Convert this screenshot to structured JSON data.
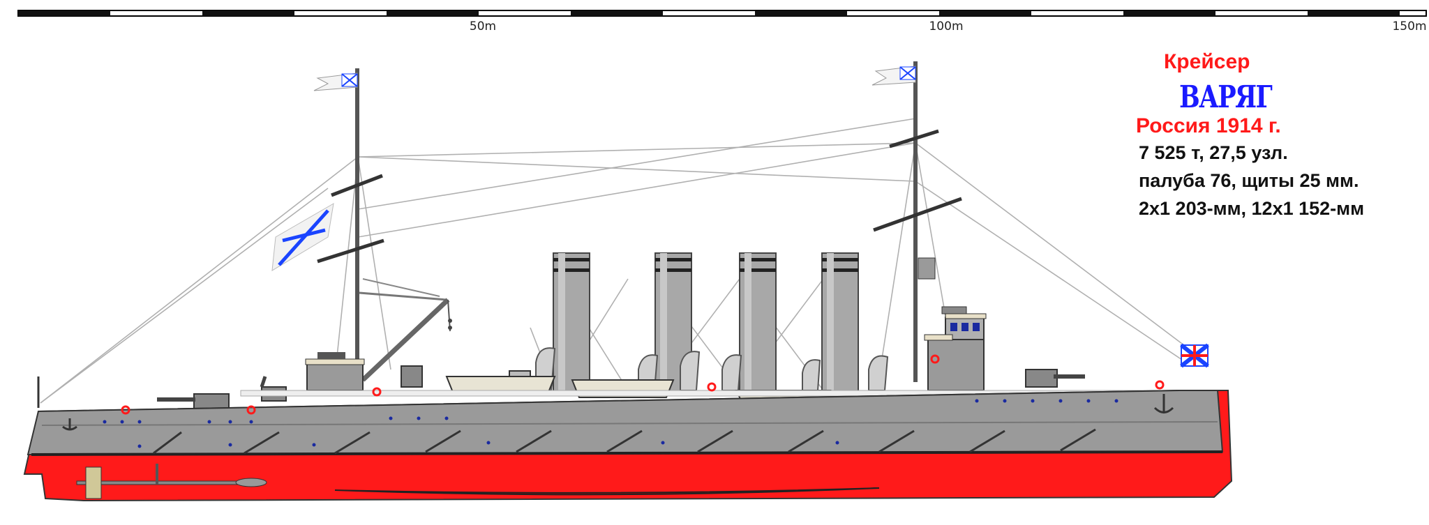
{
  "scale": {
    "labels": [
      "50m",
      "100m",
      "150m"
    ]
  },
  "caption": {
    "ship_type": "Крейсер",
    "ship_name": "ВАРЯГ",
    "country_year": "Россия 1914 г.",
    "specs": [
      "7 525 т, 27,5 узл.",
      "палуба 76, щиты 25 мм.",
      "2х1 203-мм, 12х1 152-мм"
    ]
  },
  "colors": {
    "hull_upper": "#9a9a9a",
    "hull_lower": "#ff1a1a",
    "funnel": "#a8a8a8",
    "text_red": "#ff1a1a",
    "text_blue": "#1a1aff",
    "flag_blue": "#1a44ff"
  }
}
